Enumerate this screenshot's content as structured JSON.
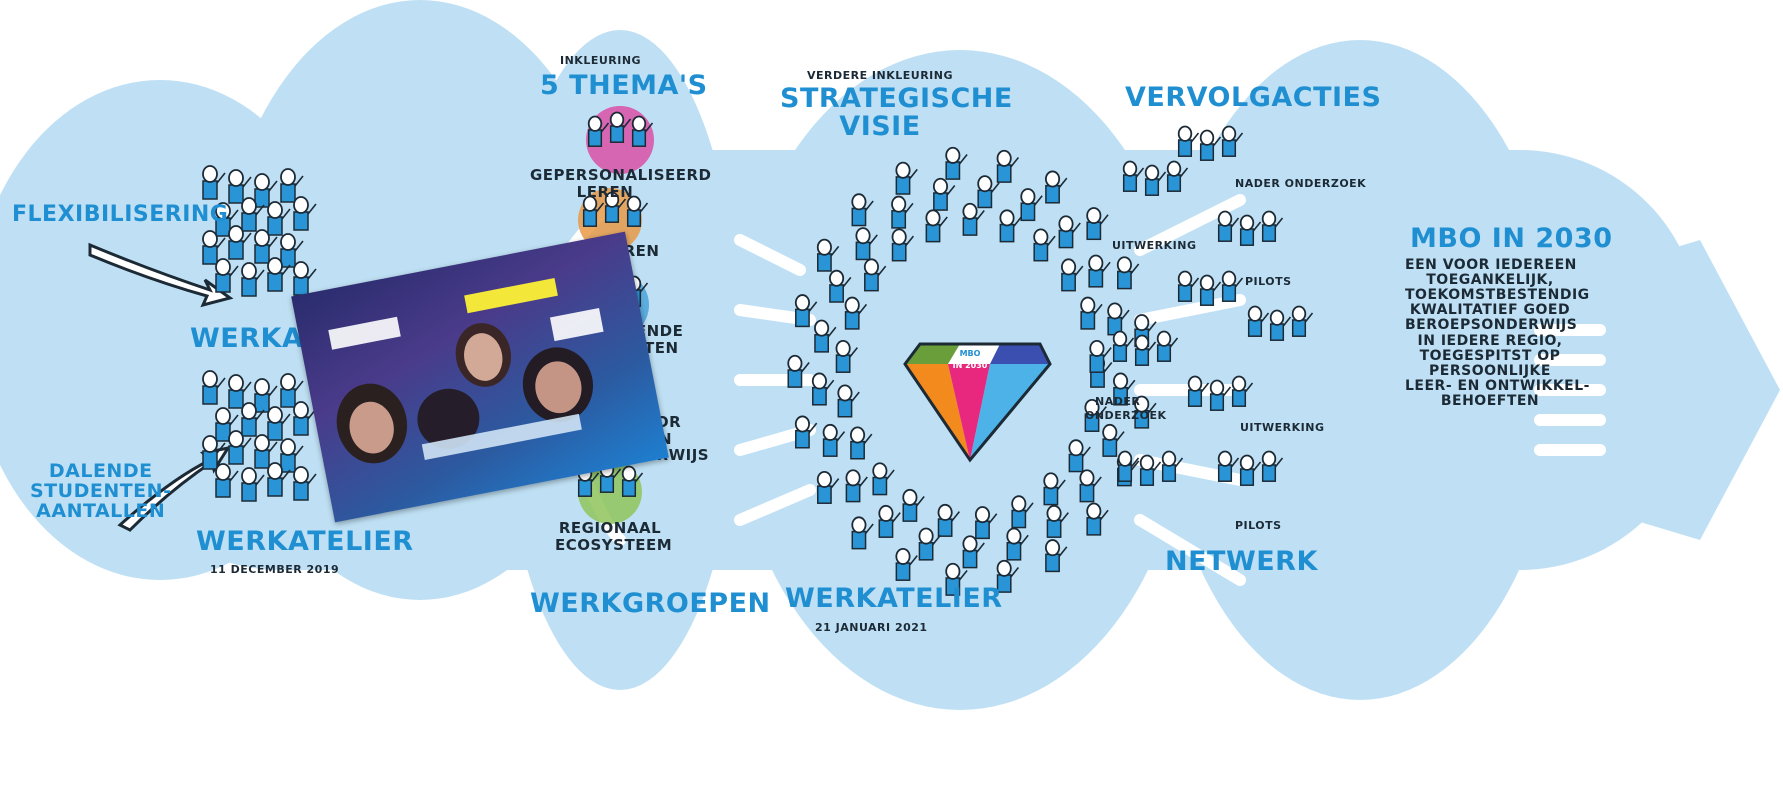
{
  "inputs": {
    "flexibilisering": "FLEXIBILISERING",
    "dalende": [
      "DALENDE",
      "STUDENTEN-",
      "AANTALLEN"
    ]
  },
  "werkatelier_1": {
    "title_partial": "WERKATEL",
    "title": "WERKATELIER",
    "date": "11 DECEMBER 2019"
  },
  "themas": {
    "kicker": "INKLEURING",
    "title": "5 THEMA'S",
    "items": [
      {
        "lines": [
          "GEPERSONALISEERD",
          "LEREN"
        ],
        "color": "#d94fa6"
      },
      {
        "lines": [
          "VALIDEREN"
        ],
        "color": "#e89a46"
      },
      {
        "lines": [
          "VERANDERENDE",
          "ROL DOCENTEN"
        ],
        "color": "#4aa3d9"
      },
      {
        "lines": [
          "CENTRUM VOOR",
          "INNOVATIE EN",
          "BEROEPSONDERWIJS"
        ],
        "color": "#6f78c9"
      },
      {
        "lines": [
          "REGIONAAL",
          "ECOSYSTEEM"
        ],
        "color": "#8fc45a"
      }
    ],
    "footer": "WERKGROEPEN"
  },
  "visie": {
    "kicker": "VERDERE INKLEURING",
    "title": [
      "STRATEGISCHE",
      "VISIE"
    ],
    "diamond_text": [
      "MBO",
      "IN 2030"
    ],
    "footer": "WERKATELIER",
    "date": "21 JANUARI 2021"
  },
  "vervolg": {
    "title": "VERVOLGACTIES",
    "labels": [
      "NADER ONDERZOEK",
      "UITWERKING",
      "PILOTS",
      "NADER",
      "ONDERZOEK",
      "UITWERKING",
      "PILOTS"
    ],
    "footer": "NETWERK"
  },
  "mbo2030": {
    "title": "MBO IN 2030",
    "lines": [
      "EEN VOOR IEDEREEN",
      "TOEGANKELIJK,",
      "TOEKOMSTBESTENDIG",
      "KWALITATIEF GOED",
      "BEROEPSONDERWIJS",
      "IN IEDERE REGIO,",
      "TOEGESPITST OP",
      "PERSOONLIJKE",
      "LEER- EN ONTWIKKEL-",
      "BEHOEFTEN"
    ]
  },
  "photo": {
    "sign_text": "",
    "alt": ""
  },
  "colors": {
    "blob": "#bfe0f4",
    "accent": "#1f8fd2",
    "figure": "#2a95d6",
    "ink": "#1c2a36"
  }
}
